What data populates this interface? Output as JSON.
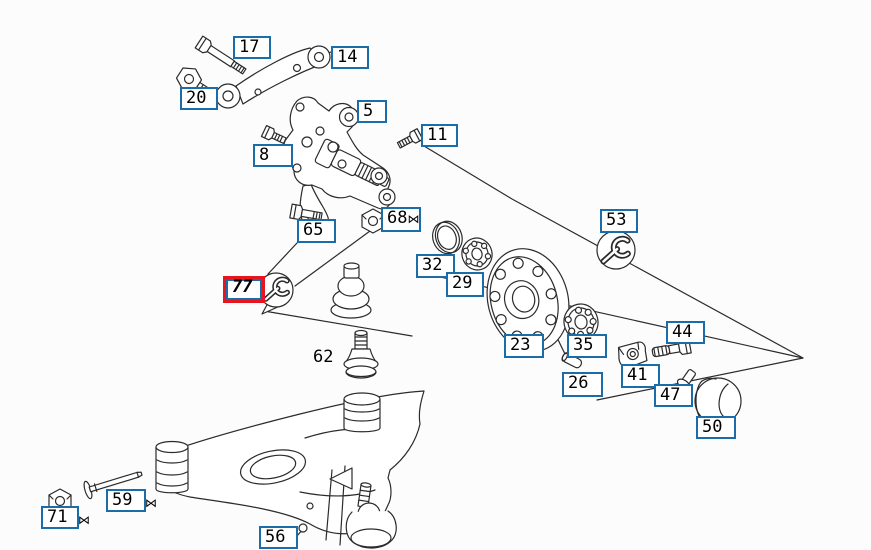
{
  "diagram": {
    "kind": "exploded-parts-diagram",
    "colors": {
      "background": "#fcfcfc",
      "line": "#2b2b2b",
      "callout_border": "#1b6ca8",
      "highlight_border": "#e8141e",
      "text": "#000000"
    },
    "footnote_marker": "⋈",
    "icons": {
      "tool_indicator": "wrench-icon"
    }
  },
  "callouts": [
    {
      "id": "17",
      "text": "17"
    },
    {
      "id": "20",
      "text": "20"
    },
    {
      "id": "14",
      "text": "14"
    },
    {
      "id": "5",
      "text": "5"
    },
    {
      "id": "8",
      "text": "8"
    },
    {
      "id": "11",
      "text": "11"
    },
    {
      "id": "65",
      "text": "65"
    },
    {
      "id": "68",
      "text": "68",
      "marker": true
    },
    {
      "id": "32",
      "text": "32"
    },
    {
      "id": "29",
      "text": "29"
    },
    {
      "id": "53",
      "text": "53",
      "tool": true
    },
    {
      "id": "77",
      "text": "77",
      "selected": true,
      "tool": true
    },
    {
      "id": "23",
      "text": "23"
    },
    {
      "id": "35",
      "text": "35"
    },
    {
      "id": "26",
      "text": "26"
    },
    {
      "id": "44",
      "text": "44"
    },
    {
      "id": "41",
      "text": "41"
    },
    {
      "id": "47",
      "text": "47"
    },
    {
      "id": "50",
      "text": "50"
    },
    {
      "id": "62",
      "text": "62",
      "plain": true
    },
    {
      "id": "56",
      "text": "56"
    },
    {
      "id": "59",
      "text": "59",
      "marker": true
    },
    {
      "id": "71",
      "text": "71",
      "marker": true
    }
  ]
}
